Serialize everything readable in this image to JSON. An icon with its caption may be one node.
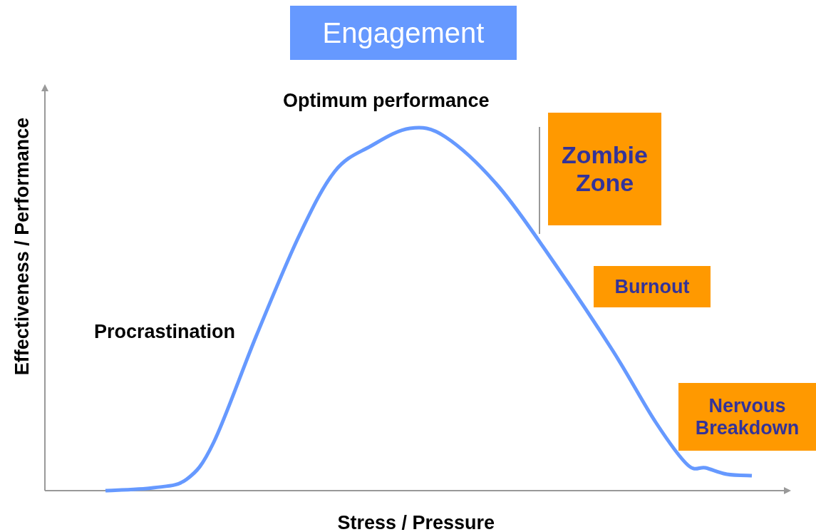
{
  "diagram": {
    "nodes": [
      {
        "text": [
          "Engagement"
        ]
      },
      {
        "text": [
          "Zombie Zone"
        ]
      },
      {
        "text": [
          "Burnout"
        ]
      },
      {
        "text": [
          "Nervous Breakdown"
        ]
      }
    ],
    "labels": [
      "Optimum performance",
      "Procrastination",
      "Effectiveness / Performance",
      "Stress / Pressure"
    ]
  }
}
